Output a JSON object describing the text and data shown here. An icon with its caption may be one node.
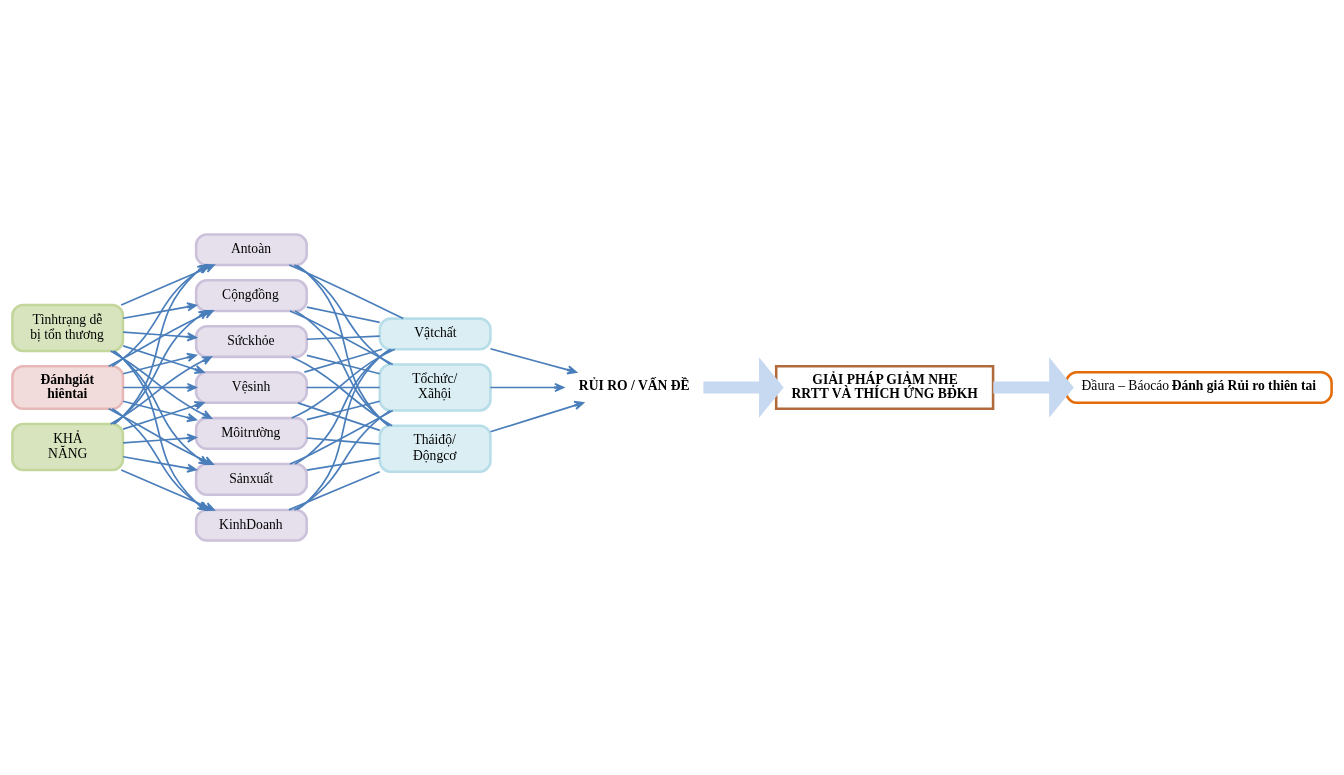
{
  "diagram": {
    "nodes": [
      {
        "text": [
          "Tìnhtrạng dễ bị tổn thương"
        ]
      },
      {
        "text": [
          "Đánhgiát hiêntai"
        ]
      },
      {
        "text": [
          "KHẢ NĂNG"
        ]
      },
      {
        "text": [
          "Antoàn"
        ]
      },
      {
        "text": [
          "Cộngđồng"
        ]
      },
      {
        "text": [
          "Sứckhỏe"
        ]
      },
      {
        "text": [
          "Vệsinh"
        ]
      },
      {
        "text": [
          "Môitrường"
        ]
      },
      {
        "text": [
          "Sảnxuất"
        ]
      },
      {
        "text": [
          "KinhDoanh"
        ]
      },
      {
        "text": [
          "Vậtchất"
        ]
      },
      {
        "text": [
          "Tổchức/ Xãhội"
        ]
      },
      {
        "text": [
          "Tháiđộ/ Độngcơ"
        ]
      },
      {
        "text": [
          "RỦI RO / VẤN ĐỀ"
        ]
      },
      {
        "text": [
          "GIẢI PHÁP GIẢM NHẸ RRTT VÀ THÍCH ỨNG BĐKH"
        ]
      },
      {
        "text": [
          "Đầura – Báocáo **Đánh giá Rủi ro thiên tai**"
        ]
      }
    ],
    "edges": [
      {
        "from": 0,
        "to": 3,
        "arrow": "to"
      },
      {
        "from": 0,
        "to": 4,
        "arrow": "to"
      },
      {
        "from": 0,
        "to": 5,
        "arrow": "to"
      },
      {
        "from": 0,
        "to": 6,
        "arrow": "to"
      },
      {
        "from": 0,
        "to": 7,
        "arrow": "to"
      },
      {
        "from": 0,
        "to": 8,
        "arrow": "to"
      },
      {
        "from": 0,
        "to": 9,
        "arrow": "to"
      },
      {
        "from": 1,
        "to": 3,
        "arrow": "to"
      },
      {
        "from": 1,
        "to": 4,
        "arrow": "to"
      },
      {
        "from": 1,
        "to": 5,
        "arrow": "to"
      },
      {
        "from": 1,
        "to": 6,
        "arrow": "to"
      },
      {
        "from": 1,
        "to": 7,
        "arrow": "to"
      },
      {
        "from": 1,
        "to": 8,
        "arrow": "to"
      },
      {
        "from": 1,
        "to": 9,
        "arrow": "to"
      },
      {
        "from": 2,
        "to": 3,
        "arrow": "to"
      },
      {
        "from": 2,
        "to": 4,
        "arrow": "to"
      },
      {
        "from": 2,
        "to": 5,
        "arrow": "to"
      },
      {
        "from": 2,
        "to": 6,
        "arrow": "to"
      },
      {
        "from": 2,
        "to": 7,
        "arrow": "to"
      },
      {
        "from": 2,
        "to": 8,
        "arrow": "to"
      },
      {
        "from": 2,
        "to": 9,
        "arrow": "to"
      },
      {
        "from": 3,
        "to": 10,
        "arrow": "none"
      },
      {
        "from": 3,
        "to": 11,
        "arrow": "none"
      },
      {
        "from": 3,
        "to": 12,
        "arrow": "none"
      },
      {
        "from": 4,
        "to": 10,
        "arrow": "none"
      },
      {
        "from": 4,
        "to": 11,
        "arrow": "none"
      },
      {
        "from": 4,
        "to": 12,
        "arrow": "none"
      },
      {
        "from": 5,
        "to": 10,
        "arrow": "none"
      },
      {
        "from": 5,
        "to": 11,
        "arrow": "none"
      },
      {
        "from": 5,
        "to": 12,
        "arrow": "none"
      },
      {
        "from": 6,
        "to": 10,
        "arrow": "none"
      },
      {
        "from": 6,
        "to": 11,
        "arrow": "none"
      },
      {
        "from": 6,
        "to": 12,
        "arrow": "none"
      },
      {
        "from": 7,
        "to": 10,
        "arrow": "none"
      },
      {
        "from": 7,
        "to": 11,
        "arrow": "none"
      },
      {
        "from": 7,
        "to": 12,
        "arrow": "none"
      },
      {
        "from": 8,
        "to": 10,
        "arrow": "none"
      },
      {
        "from": 8,
        "to": 11,
        "arrow": "none"
      },
      {
        "from": 8,
        "to": 12,
        "arrow": "none"
      },
      {
        "from": 9,
        "to": 10,
        "arrow": "none"
      },
      {
        "from": 9,
        "to": 11,
        "arrow": "none"
      },
      {
        "from": 9,
        "to": 12,
        "arrow": "none"
      },
      {
        "from": 10,
        "to": 13,
        "arrow": "to"
      },
      {
        "from": 11,
        "to": 13,
        "arrow": "to"
      },
      {
        "from": 12,
        "to": 13,
        "arrow": "to"
      },
      {
        "from": 13,
        "to": 14,
        "arrow": "to",
        "style": "thick",
        "color": "#c6d9f1"
      },
      {
        "from": 14,
        "to": 15,
        "arrow": "to",
        "style": "thick",
        "color": "#c6d9f1"
      }
    ]
  }
}
